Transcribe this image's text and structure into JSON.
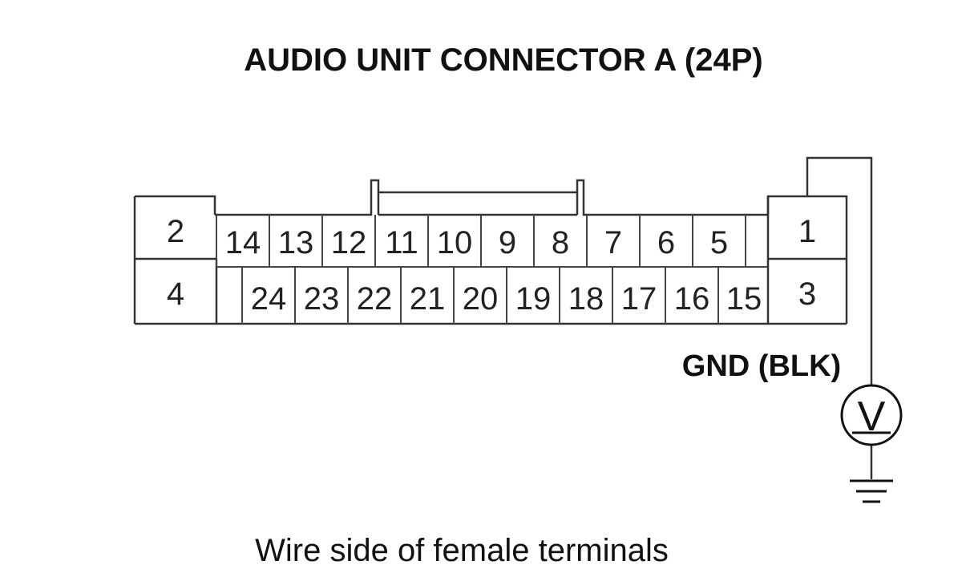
{
  "title": "AUDIO UNIT CONNECTOR A (24P)",
  "caption": "Wire side of female terminals",
  "ground_label": "GND (BLK)",
  "meter_symbol": "V",
  "pins": {
    "p1": "1",
    "p2": "2",
    "p3": "3",
    "p4": "4",
    "p5": "5",
    "p6": "6",
    "p7": "7",
    "p8": "8",
    "p9": "9",
    "p10": "10",
    "p11": "11",
    "p12": "12",
    "p13": "13",
    "p14": "14",
    "p15": "15",
    "p16": "16",
    "p17": "17",
    "p18": "18",
    "p19": "19",
    "p20": "20",
    "p21": "21",
    "p22": "22",
    "p23": "23",
    "p24": "24"
  }
}
